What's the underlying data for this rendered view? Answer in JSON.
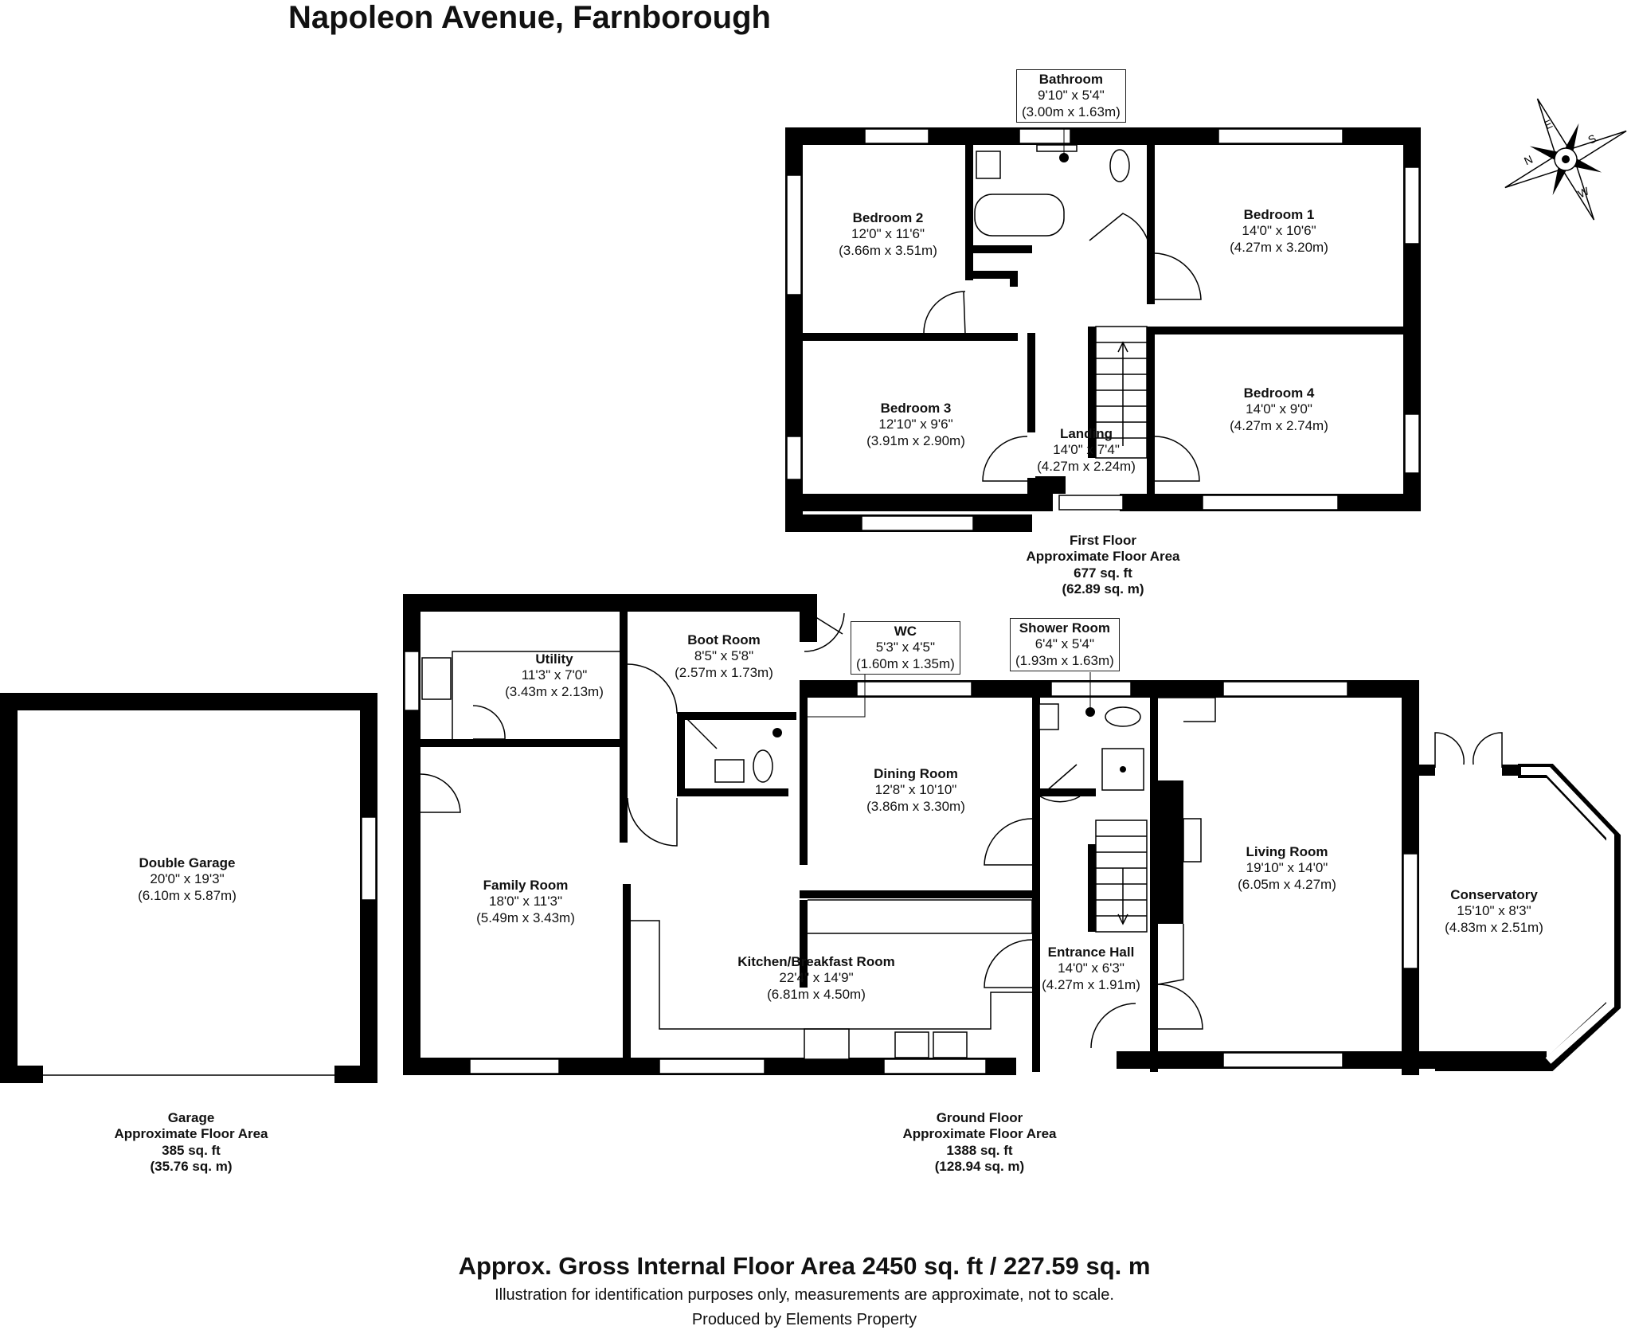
{
  "title": "Napoleon Avenue, Farnborough",
  "rooms": {
    "bathroom": {
      "name": "Bathroom",
      "imperial": "9'10\" x 5'4\"",
      "metric": "(3.00m x 1.63m)"
    },
    "bedroom2": {
      "name": "Bedroom 2",
      "imperial": "12'0\" x 11'6\"",
      "metric": "(3.66m x 3.51m)"
    },
    "bedroom1": {
      "name": "Bedroom 1",
      "imperial": "14'0\" x 10'6\"",
      "metric": "(4.27m x 3.20m)"
    },
    "bedroom3": {
      "name": "Bedroom 3",
      "imperial": "12'10\" x 9'6\"",
      "metric": "(3.91m x 2.90m)"
    },
    "bedroom4": {
      "name": "Bedroom 4",
      "imperial": "14'0\" x 9'0\"",
      "metric": "(4.27m x 2.74m)"
    },
    "landing": {
      "name": "Landing",
      "imperial": "14'0\" x 7'4\"",
      "metric": "(4.27m x 2.24m)"
    },
    "utility": {
      "name": "Utility",
      "imperial": "11'3\" x 7'0\"",
      "metric": "(3.43m x 2.13m)"
    },
    "boot_room": {
      "name": "Boot Room",
      "imperial": "8'5\" x 5'8\"",
      "metric": "(2.57m x 1.73m)"
    },
    "wc": {
      "name": "WC",
      "imperial": "5'3\" x 4'5\"",
      "metric": "(1.60m x 1.35m)"
    },
    "shower_room": {
      "name": "Shower Room",
      "imperial": "6'4\" x 5'4\"",
      "metric": "(1.93m x 1.63m)"
    },
    "dining_room": {
      "name": "Dining Room",
      "imperial": "12'8\" x 10'10\"",
      "metric": "(3.86m x 3.30m)"
    },
    "living_room": {
      "name": "Living Room",
      "imperial": "19'10\" x 14'0\"",
      "metric": "(6.05m x 4.27m)"
    },
    "conservatory": {
      "name": "Conservatory",
      "imperial": "15'10\" x 8'3\"",
      "metric": "(4.83m x 2.51m)"
    },
    "family_room": {
      "name": "Family Room",
      "imperial": "18'0\" x 11'3\"",
      "metric": "(5.49m x 3.43m)"
    },
    "kitchen": {
      "name": "Kitchen/Breakfast Room",
      "imperial": "22'4\" x 14'9\"",
      "metric": "(6.81m x 4.50m)"
    },
    "entrance_hall": {
      "name": "Entrance Hall",
      "imperial": "14'0\" x 6'3\"",
      "metric": "(4.27m x 1.91m)"
    },
    "garage": {
      "name": "Double Garage",
      "imperial": "20'0\" x 19'3\"",
      "metric": "(6.10m x 5.87m)"
    }
  },
  "floors": {
    "first": {
      "l1": "First Floor",
      "l2": "Approximate Floor Area",
      "l3": "677 sq. ft",
      "l4": "(62.89 sq. m)"
    },
    "ground": {
      "l1": "Ground Floor",
      "l2": "Approximate Floor Area",
      "l3": "1388 sq. ft",
      "l4": "(128.94 sq. m)"
    },
    "garage": {
      "l1": "Garage",
      "l2": "Approximate Floor Area",
      "l3": "385 sq. ft",
      "l4": "(35.76 sq. m)"
    }
  },
  "compass": {
    "labels": [
      "N",
      "E",
      "S",
      "W"
    ]
  },
  "footer": {
    "gross": "Approx. Gross Internal Floor Area 2450 sq. ft / 227.59 sq. m",
    "disclaimer": "Illustration for identification purposes only, measurements are approximate, not to scale.",
    "producer": "Produced by Elements Property"
  }
}
